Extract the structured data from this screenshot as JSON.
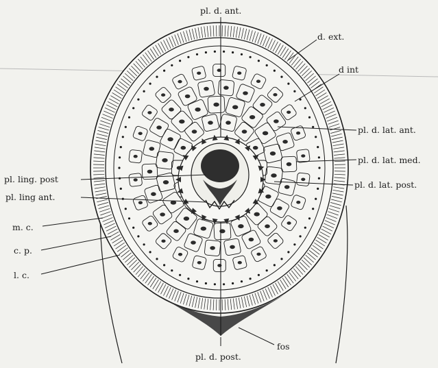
{
  "labels": {
    "pl_d_ant": "pl. d. ant.",
    "d_ext": "d. ext.",
    "d_int": "d int",
    "pl_d_lat_ant": "pl. d. lat. ant.",
    "pl_d_lat_med": "pl. d. lat. med.",
    "pl_d_lat_post": "pl. d. lat. post.",
    "pl_ling_post": "pl. ling. post",
    "pl_ling_ant": "pl. ling ant.",
    "m_c": "m. c.",
    "c_p": "c. p.",
    "l_c": "l. c.",
    "fos": "fos",
    "pl_d_post": "pl. d. post."
  },
  "colors": {
    "ink": "#1a1a1a",
    "paper": "#f2f2ee",
    "disc": "#f5f5f2"
  }
}
